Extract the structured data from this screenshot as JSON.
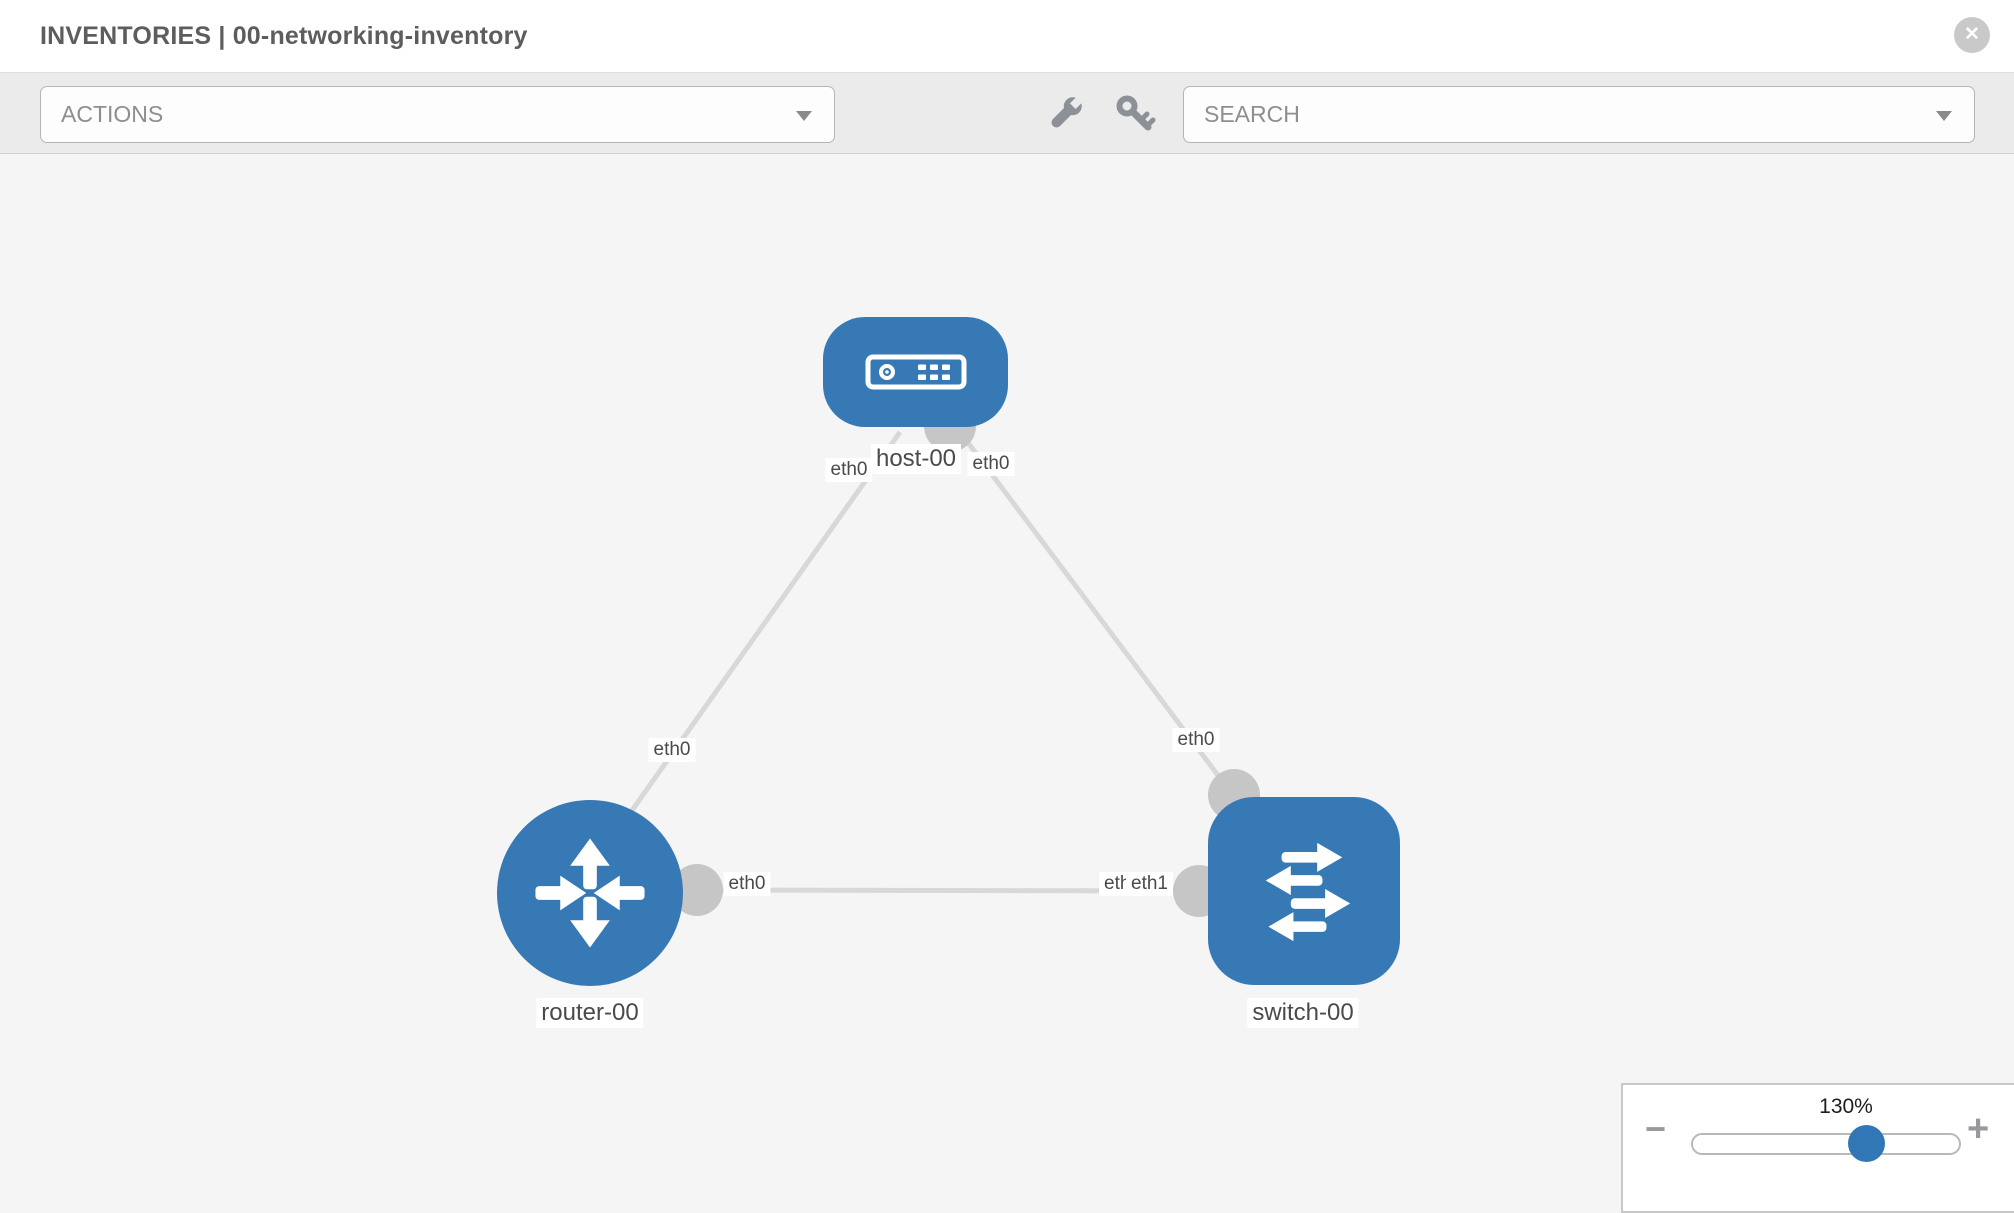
{
  "header": {
    "title": "INVENTORIES | 00-networking-inventory",
    "close_label": "✕"
  },
  "toolbar": {
    "actions_label": "ACTIONS",
    "search_label": "SEARCH",
    "icons": [
      "wrench-icon",
      "key-icon"
    ]
  },
  "topology": {
    "nodes": [
      {
        "label": "host-00",
        "type": "host",
        "icon": "server-icon"
      },
      {
        "label": "router-00",
        "type": "router",
        "icon": "router-arrows-icon"
      },
      {
        "label": "switch-00",
        "type": "switch",
        "icon": "switch-arrows-icon"
      }
    ],
    "links": [
      {
        "from": "host-00",
        "to": "router-00"
      },
      {
        "from": "host-00",
        "to": "switch-00"
      },
      {
        "from": "router-00",
        "to": "switch-00"
      }
    ],
    "interface_labels": {
      "host_left": "eth0",
      "host_right": "eth0",
      "router_top": "eth0",
      "router_right": "eth0",
      "switch_top": "eth0",
      "switch_left_back": "eth0",
      "switch_left_front": "eth1"
    }
  },
  "zoom_control": {
    "level": "130%",
    "minus_label": "−",
    "plus_label": "+"
  },
  "colors": {
    "node_blue": "#3779b5",
    "link_gray": "#d8d8d8",
    "interface_gray": "#c6c6c6",
    "thumb_blue": "#3277b5"
  }
}
